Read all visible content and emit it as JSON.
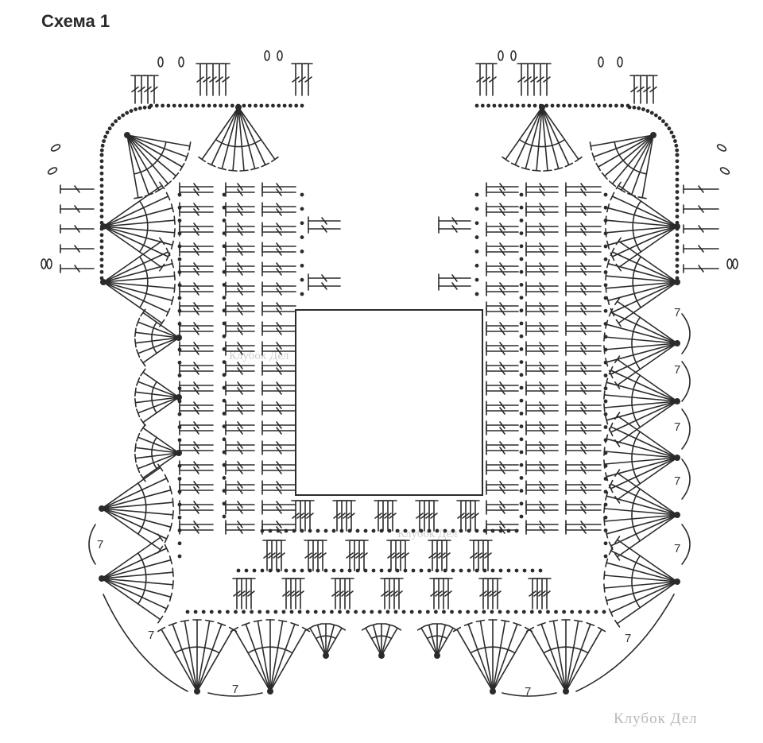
{
  "title": "Схема 1",
  "watermark": "Клубок Дел",
  "chain_count_label": "7",
  "colors": {
    "ink": "#2b2b2b",
    "paper": "#ffffff",
    "watermark": "#c0c0c0"
  }
}
